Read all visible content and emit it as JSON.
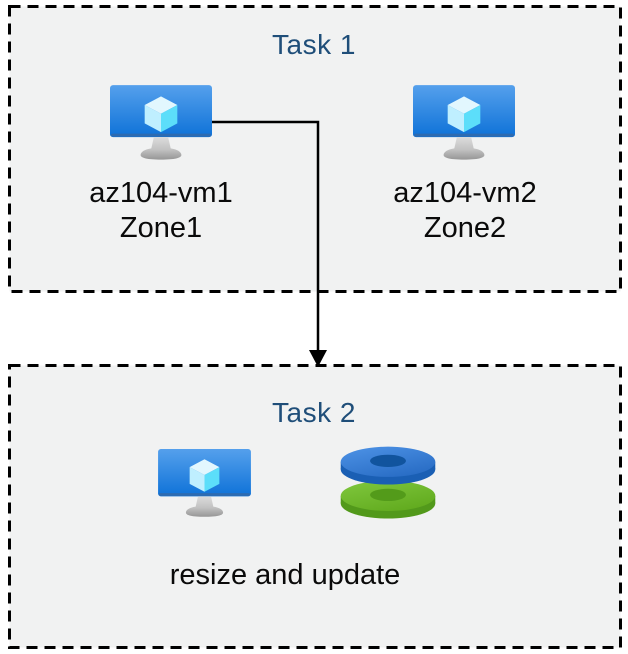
{
  "diagram": {
    "task1": {
      "title": "Task 1",
      "vms": [
        {
          "name": "az104-vm1",
          "zone": "Zone1",
          "icon": "azure-vm-icon"
        },
        {
          "name": "az104-vm2",
          "zone": "Zone2",
          "icon": "azure-vm-icon"
        }
      ]
    },
    "task2": {
      "title": "Task 2",
      "caption": "resize and update",
      "icons": [
        "azure-vm-icon",
        "azure-disks-icon"
      ]
    },
    "connector": {
      "type": "arrow",
      "from": "az104-vm1",
      "to": "Task 2 box",
      "color": "#000000"
    },
    "colors": {
      "title_text": "#1F4E79",
      "label_text": "#0a0a0a",
      "box_fill": "#F1F2F2",
      "box_border": "#000000",
      "vm_screen_blue_top": "#55A0EC",
      "vm_screen_blue_bottom": "#0E72D8",
      "disk_blue": "#3A80D7",
      "disk_green": "#6FBA2D"
    }
  }
}
